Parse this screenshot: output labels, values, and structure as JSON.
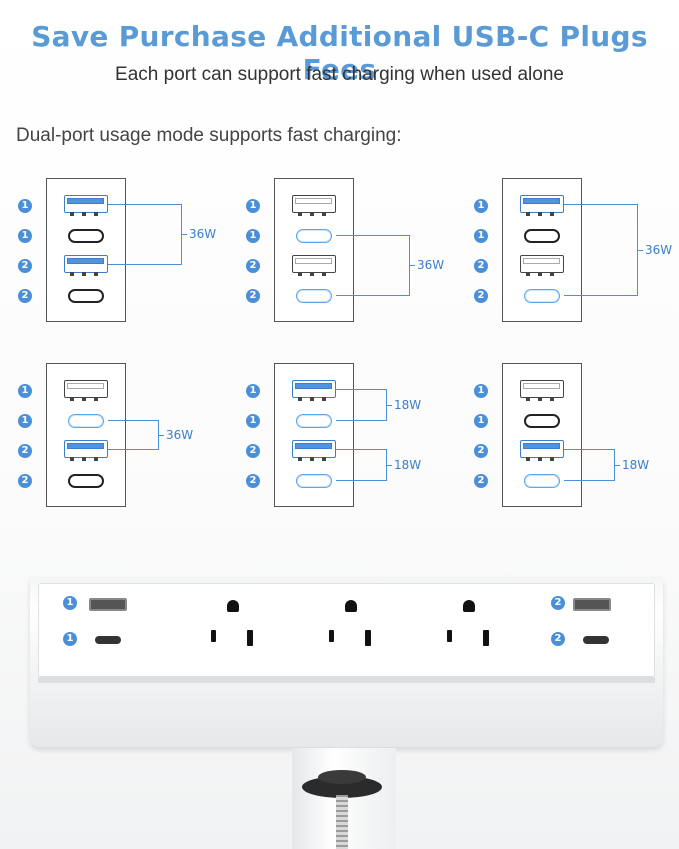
{
  "header": {
    "title": "Save Purchase Additional USB-C Plugs Fees",
    "subtitle": "Each port can support fast charging when used alone"
  },
  "mode_text": "Dual-port usage mode supports fast charging:",
  "colors": {
    "accent": "#5b9bd5",
    "active_port": "#4f94e0"
  },
  "port_numbers": [
    "1",
    "1",
    "2",
    "2"
  ],
  "diagrams": [
    {
      "active": [
        "usb-a-1",
        "usb-a-2"
      ],
      "labels": [
        "36W"
      ]
    },
    {
      "active": [
        "usb-c-1",
        "usb-c-2"
      ],
      "labels": [
        "36W"
      ]
    },
    {
      "active": [
        "usb-a-1",
        "usb-c-2"
      ],
      "labels": [
        "36W"
      ]
    },
    {
      "active": [
        "usb-c-1",
        "usb-a-2"
      ],
      "labels": [
        "36W"
      ]
    },
    {
      "active": [
        "usb-a-1",
        "usb-c-1",
        "usb-a-2",
        "usb-c-2"
      ],
      "labels": [
        "18W",
        "18W"
      ]
    },
    {
      "active": [
        "usb-a-2",
        "usb-c-2"
      ],
      "labels": [
        "18W"
      ]
    }
  ],
  "strip": {
    "left_labels": [
      "1",
      "1"
    ],
    "right_labels": [
      "2",
      "2"
    ]
  }
}
